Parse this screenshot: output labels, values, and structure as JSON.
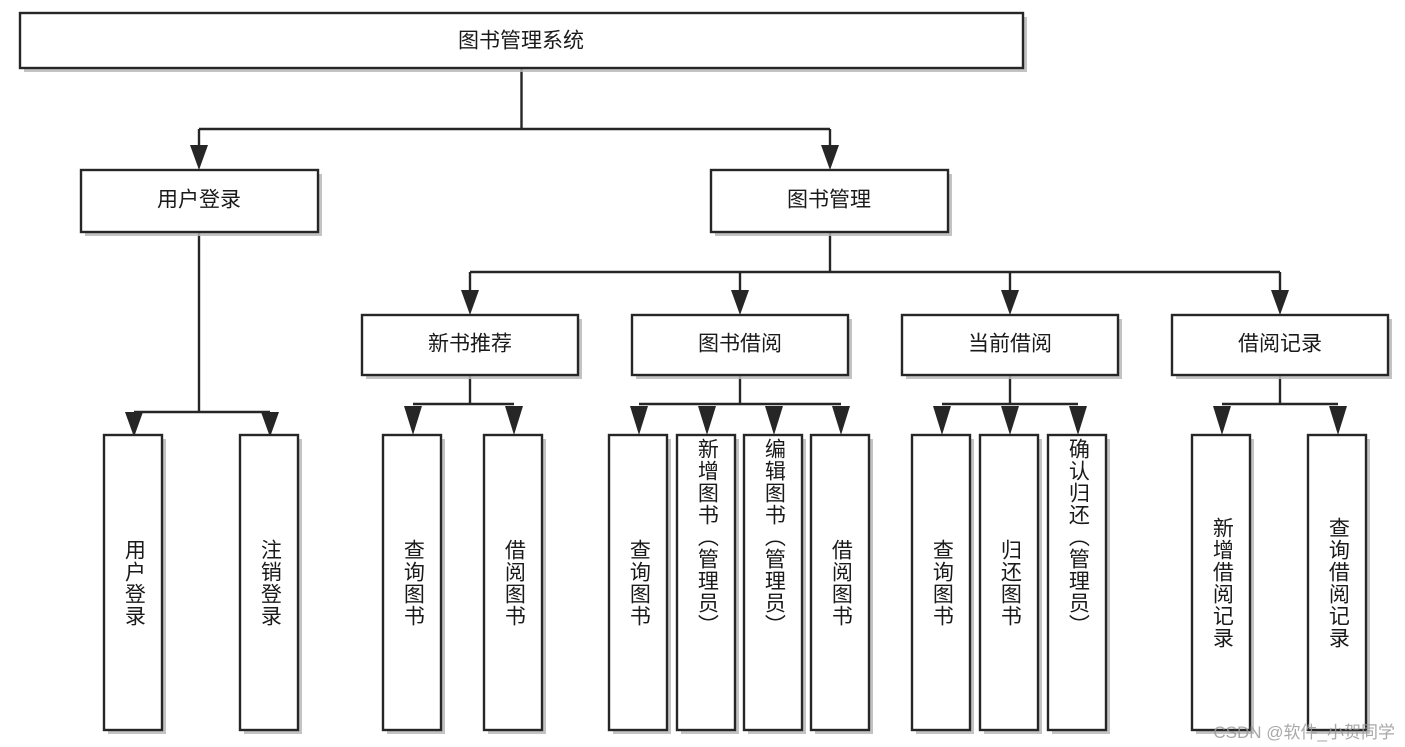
{
  "diagram": {
    "type": "tree",
    "title": "图书管理系统",
    "watermark": "CSDN @软件_小贺同学",
    "colors": {
      "background": "#ffffff",
      "box_stroke": "#262626",
      "box_fill": "#ffffff",
      "text": "#1a1a1a",
      "shadow": "#b9b9b9",
      "watermark": "#9a9a9a"
    },
    "nodes": {
      "root": {
        "label": "图书管理系统"
      },
      "level2": [
        {
          "label": "用户登录"
        },
        {
          "label": "图书管理"
        }
      ],
      "level3": [
        {
          "label": "新书推荐"
        },
        {
          "label": "图书借阅"
        },
        {
          "label": "当前借阅"
        },
        {
          "label": "借阅记录"
        }
      ],
      "leaves": {
        "user_login": [
          {
            "label": "用户登录"
          },
          {
            "label": "注销登录"
          }
        ],
        "new_book_recommend": [
          {
            "label": "查询图书"
          },
          {
            "label": "借阅图书"
          }
        ],
        "book_borrow": [
          {
            "label": "查询图书"
          },
          {
            "label": "新增图书（管理员）"
          },
          {
            "label": "编辑图书（管理员）"
          },
          {
            "label": "借阅图书"
          }
        ],
        "current_borrow": [
          {
            "label": "查询图书"
          },
          {
            "label": "归还图书"
          },
          {
            "label": "确认归还（管理员）"
          }
        ],
        "borrow_record": [
          {
            "label": "新增借阅记录"
          },
          {
            "label": "查询借阅记录"
          }
        ]
      }
    }
  }
}
